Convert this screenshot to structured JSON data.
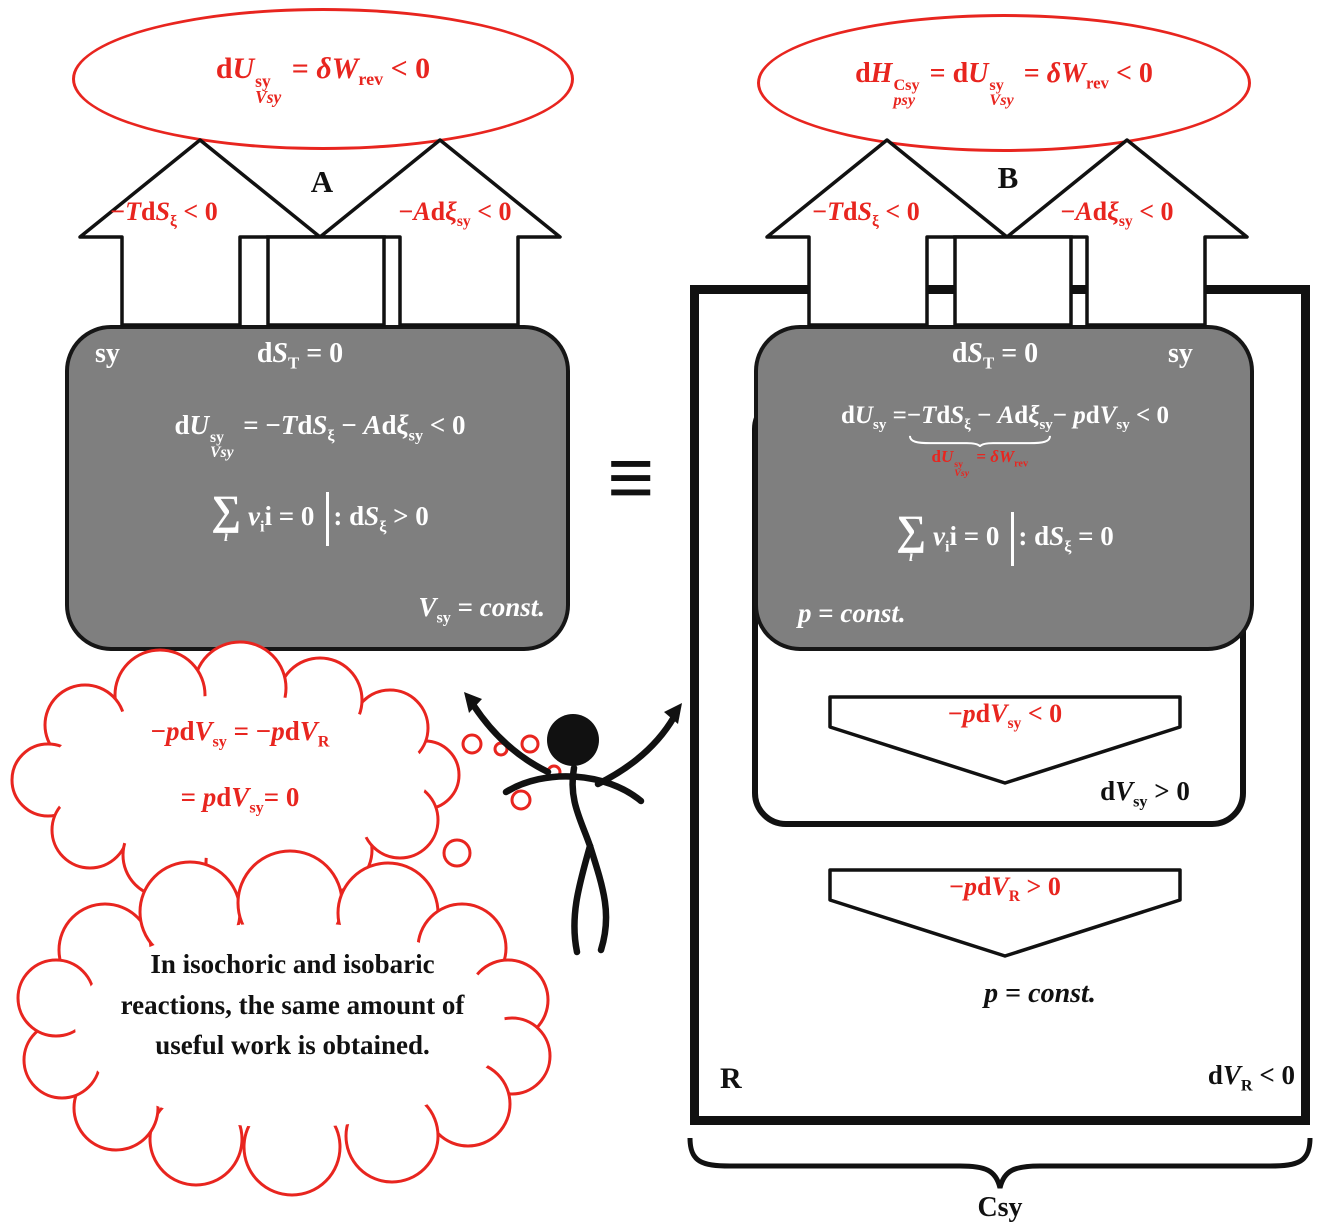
{
  "colors": {
    "accent_red": "#e8251f",
    "panel_gray": "#7f7f7f",
    "ink_black": "#111111"
  },
  "equivalence": "≡",
  "panel_a": {
    "label": "A",
    "ellipse": [
      {
        "t": "d"
      },
      {
        "i": "U"
      },
      {
        "sup": "sy",
        "sub": "Vsy"
      },
      {
        "t": " = "
      },
      {
        "i": "δW"
      },
      {
        "sub": "rev"
      },
      {
        "t": " < 0"
      }
    ],
    "arrow_left": [
      {
        "t": "−"
      },
      {
        "i": "T"
      },
      {
        "t": "d"
      },
      {
        "i": "S"
      },
      {
        "sub": "ξ"
      },
      {
        "t": " < 0"
      }
    ],
    "arrow_right": [
      {
        "t": "−"
      },
      {
        "i": "A"
      },
      {
        "t": "d"
      },
      {
        "i": "ξ"
      },
      {
        "sub": "sy"
      },
      {
        "t": " < 0"
      }
    ],
    "box": {
      "corner": "sy",
      "entropy": [
        {
          "t": "d"
        },
        {
          "i": "S"
        },
        {
          "sub": "T"
        },
        {
          "t": " = 0"
        }
      ],
      "main": [
        {
          "t": "d"
        },
        {
          "i": "U"
        },
        {
          "sup": "sy",
          "sub": "Vsy"
        },
        {
          "t": " = −"
        },
        {
          "i": "T"
        },
        {
          "t": "d"
        },
        {
          "i": "S"
        },
        {
          "sub": "ξ"
        },
        {
          "t": " − "
        },
        {
          "i": "A"
        },
        {
          "t": "d"
        },
        {
          "i": "ξ"
        },
        {
          "sub": "sy"
        },
        {
          "t": " < 0"
        }
      ],
      "sum": [
        {
          "big": "∑",
          "under": "i"
        },
        {
          "i": "ν"
        },
        {
          "sub": "i"
        },
        {
          "t": "i = 0"
        },
        {
          "bar": true
        },
        {
          "t": ": d"
        },
        {
          "i": "S"
        },
        {
          "sub": "ξ"
        },
        {
          "t": " > 0"
        }
      ],
      "const": [
        {
          "i": "V"
        },
        {
          "sub": "sy"
        },
        {
          "t": " = "
        },
        {
          "i": "const."
        }
      ]
    }
  },
  "panel_b": {
    "label": "B",
    "ellipse": [
      {
        "t": "d"
      },
      {
        "i": "H"
      },
      {
        "sup": "Csy",
        "sub": "psy"
      },
      {
        "t": " = d"
      },
      {
        "i": "U"
      },
      {
        "sup": "sy",
        "sub": "Vsy"
      },
      {
        "t": " = "
      },
      {
        "i": "δW"
      },
      {
        "sub": "rev"
      },
      {
        "t": " < 0"
      }
    ],
    "arrow_left": [
      {
        "t": "−"
      },
      {
        "i": "T"
      },
      {
        "t": "d"
      },
      {
        "i": "S"
      },
      {
        "sub": "ξ"
      },
      {
        "t": " < 0"
      }
    ],
    "arrow_right": [
      {
        "t": "−"
      },
      {
        "i": "A"
      },
      {
        "t": "d"
      },
      {
        "i": "ξ"
      },
      {
        "sub": "sy"
      },
      {
        "t": " < 0"
      }
    ],
    "box": {
      "corner": "sy",
      "entropy": [
        {
          "t": "d"
        },
        {
          "i": "S"
        },
        {
          "sub": "T"
        },
        {
          "t": " = 0"
        }
      ],
      "main_prefix": [
        {
          "t": "d"
        },
        {
          "i": "U"
        },
        {
          "sub": "sy"
        },
        {
          "t": " = "
        }
      ],
      "main_braced": [
        {
          "t": "−"
        },
        {
          "i": "T"
        },
        {
          "t": "d"
        },
        {
          "i": "S"
        },
        {
          "sub": "ξ"
        },
        {
          "t": " − "
        },
        {
          "i": "A"
        },
        {
          "t": "d"
        },
        {
          "i": "ξ"
        },
        {
          "sub": "sy"
        }
      ],
      "main_suffix": [
        {
          "t": " − "
        },
        {
          "i": "p"
        },
        {
          "t": "d"
        },
        {
          "i": "V"
        },
        {
          "sub": "sy"
        },
        {
          "t": " < 0"
        }
      ],
      "brace_label": [
        {
          "t": "d"
        },
        {
          "i": "U"
        },
        {
          "sup": "sy",
          "sub": "Vsy"
        },
        {
          "t": " = "
        },
        {
          "i": "δW"
        },
        {
          "sub": "rev"
        }
      ],
      "sum": [
        {
          "big": "∑",
          "under": "i"
        },
        {
          "i": "ν"
        },
        {
          "sub": "i"
        },
        {
          "t": "i = 0"
        },
        {
          "bar": true
        },
        {
          "t": ": d"
        },
        {
          "i": "S"
        },
        {
          "sub": "ξ"
        },
        {
          "t": " = 0"
        }
      ],
      "const": [
        {
          "i": "p"
        },
        {
          "t": " = "
        },
        {
          "i": "const."
        }
      ]
    },
    "down_arrow1": [
      {
        "t": "−"
      },
      {
        "i": "p"
      },
      {
        "t": "d"
      },
      {
        "i": "V"
      },
      {
        "sub": "sy"
      },
      {
        "t": " < 0"
      }
    ],
    "dv_sy": [
      {
        "t": "d"
      },
      {
        "i": "V"
      },
      {
        "sub": "sy"
      },
      {
        "t": " > 0"
      }
    ],
    "down_arrow2": [
      {
        "t": "−"
      },
      {
        "i": "p"
      },
      {
        "t": "d"
      },
      {
        "i": "V"
      },
      {
        "sub": "R"
      },
      {
        "t": " > 0"
      }
    ],
    "p_const": [
      {
        "i": "p"
      },
      {
        "t": " = "
      },
      {
        "i": "const."
      }
    ],
    "r_label": "R",
    "dv_r": [
      {
        "t": "d"
      },
      {
        "i": "V"
      },
      {
        "sub": "R"
      },
      {
        "t": " < 0"
      }
    ],
    "csy_label": "Csy"
  },
  "clouds": {
    "formula_line1": [
      {
        "t": "−"
      },
      {
        "i": "p"
      },
      {
        "t": "d"
      },
      {
        "i": "V"
      },
      {
        "sub": "sy"
      },
      {
        "t": " = −"
      },
      {
        "i": "p"
      },
      {
        "t": "d"
      },
      {
        "i": "V"
      },
      {
        "sub": "R"
      }
    ],
    "formula_line2": [
      {
        "t": "= "
      },
      {
        "i": "p"
      },
      {
        "t": "d"
      },
      {
        "i": "V"
      },
      {
        "sub": "sy"
      },
      {
        "t": "= 0"
      }
    ],
    "note": "In isochoric and isobaric reactions, the same amount of useful work is obtained."
  }
}
